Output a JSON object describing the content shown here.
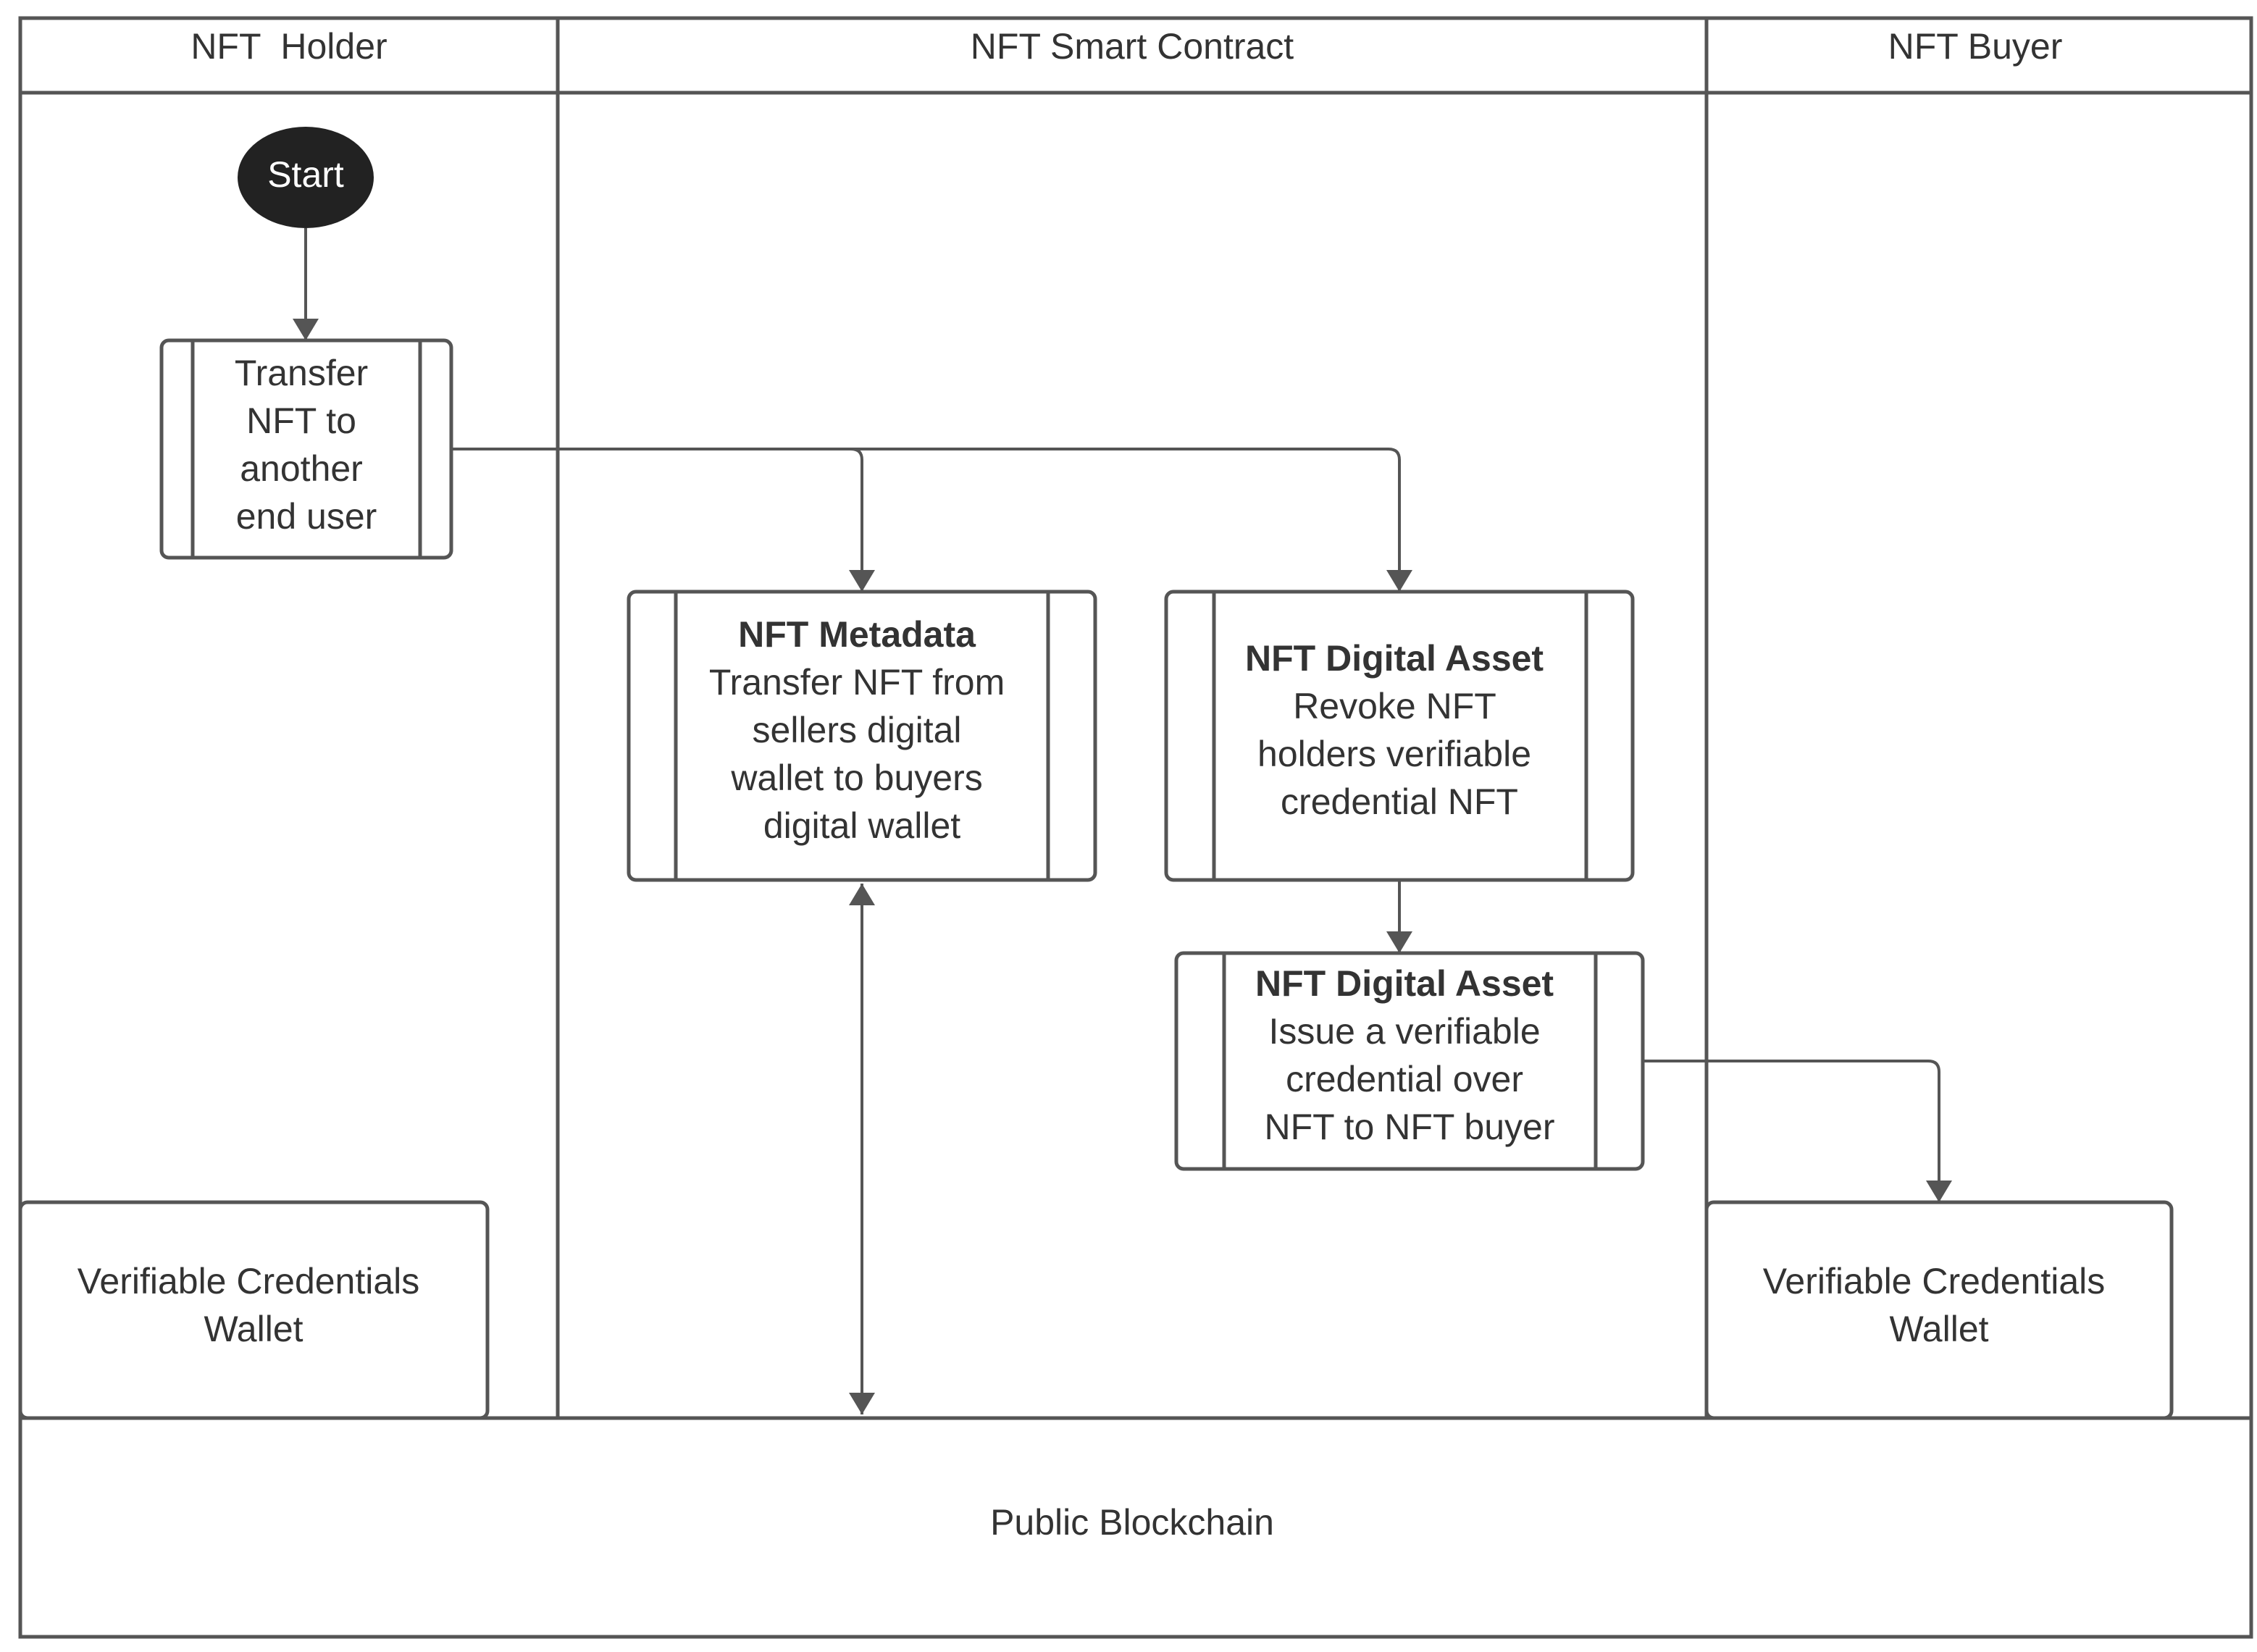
{
  "lanes": {
    "holder": "NFT  Holder",
    "contract": "NFT Smart Contract",
    "buyer": "NFT Buyer"
  },
  "nodes": {
    "start": "Start",
    "transfer": [
      "Transfer",
      "NFT to",
      "another",
      "end user"
    ],
    "metadata": {
      "title": "NFT Metadata",
      "lines": [
        "Transfer NFT from",
        "sellers digital",
        "wallet to buyers",
        "digital wallet"
      ]
    },
    "revoke": {
      "title": "NFT Digital Asset",
      "lines": [
        "Revoke NFT",
        "holders verifiable",
        "credential NFT"
      ]
    },
    "issue": {
      "title": "NFT Digital Asset",
      "lines": [
        "Issue a verifiable",
        "credential over",
        "NFT to NFT buyer"
      ]
    },
    "holder_wallet": [
      "Verifiable Credentials",
      "Wallet"
    ],
    "buyer_wallet": [
      "Verifiable Credentials",
      "Wallet"
    ],
    "blockchain": "Public Blockchain"
  },
  "colors": {
    "line": "#555555",
    "text": "#333333",
    "start_fill": "#222222"
  }
}
